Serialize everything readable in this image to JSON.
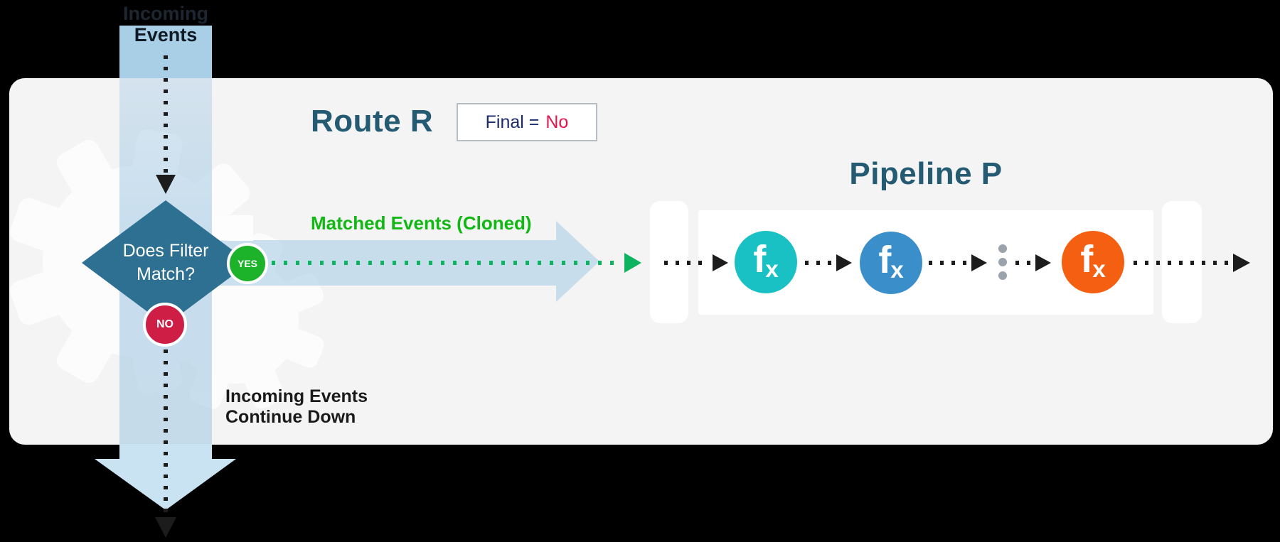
{
  "incoming": {
    "line1": "Incoming",
    "line2": "Events"
  },
  "route": {
    "title": "Route R",
    "final_label": "Final =",
    "final_value": "No"
  },
  "filter": {
    "question_line1": "Does Filter",
    "question_line2": "Match?",
    "yes_label": "YES",
    "no_label": "NO"
  },
  "matched_events_label": "Matched Events (Cloned)",
  "continue_down": {
    "line1": "Incoming Events",
    "line2": "Continue Down"
  },
  "pipeline": {
    "title": "Pipeline P",
    "glyph_f": "f",
    "glyph_x": "x",
    "functions": [
      {
        "name": "function-1",
        "color": "#1ac1c4"
      },
      {
        "name": "function-2",
        "color": "#3a8fca"
      },
      {
        "name": "function-3",
        "color": "#f55f11"
      }
    ]
  },
  "colors": {
    "diamond": "#2e7092",
    "yes_badge": "#1cb32b",
    "no_badge": "#ce1e45",
    "band_blue_opaque": "#a8cfe5",
    "band_blue_bottom": "#c9e3f2",
    "matched_green_text": "#11b713",
    "green_arrow": "#0db45f",
    "title_blue": "#255a73",
    "final_navy": "#1c2b6d",
    "final_red": "#e3134e",
    "ellipsis_gray": "#9aa2ab"
  }
}
